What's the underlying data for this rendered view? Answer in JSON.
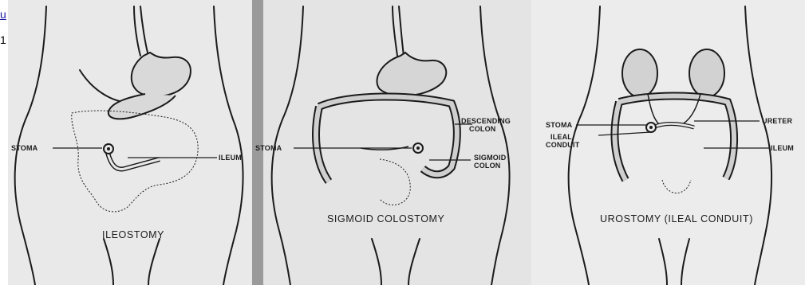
{
  "stray_text": {
    "line1": "u",
    "line2": "1"
  },
  "panels": [
    {
      "caption": "ILEOSTOMY",
      "labels": {
        "stoma": "STOMA",
        "ileum": "ILEUM"
      }
    },
    {
      "caption": "SIGMOID  COLOSTOMY",
      "labels": {
        "stoma": "STOMA",
        "descending_line1": "DESCENDING",
        "descending_line2": "COLON",
        "sigmoid_line1": "SIGMOID",
        "sigmoid_line2": "COLON"
      }
    },
    {
      "caption": "UROSTOMY (ILEAL CONDUIT)",
      "labels": {
        "stoma": "STOMA",
        "ileal_line1": "ILEAL",
        "ileal_line2": "CONDUIT",
        "ureter": "URETER",
        "ileum": "ILEUM"
      }
    }
  ],
  "colors": {
    "paper_left": "#e9e9e9",
    "paper_mid": "#e4e4e4",
    "paper_right": "#ececec",
    "ink": "#1b1b1b"
  }
}
